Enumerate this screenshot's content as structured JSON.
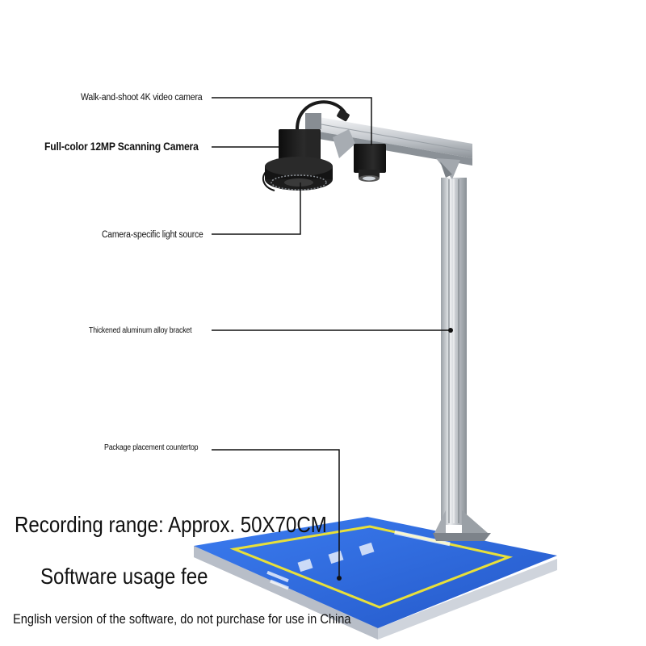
{
  "callouts": {
    "video_camera": "Walk-and-shoot 4K video camera",
    "scanning_camera": "Full-color 12MP Scanning Camera",
    "light_source": "Camera-specific light source",
    "bracket": "Thickened aluminum alloy bracket",
    "countertop": "Package placement countertop"
  },
  "headlines": {
    "recording_range": "Recording range: Approx. 50X70CM",
    "software_fee": "Software usage fee",
    "software_note": "English version of the software, do not purchase for use in China"
  },
  "colors": {
    "mat_blue": "#2f6ee0",
    "mat_border": "#e8e03a",
    "aluminum": "#c9ccd1",
    "camera_body": "#1b1b1b"
  }
}
